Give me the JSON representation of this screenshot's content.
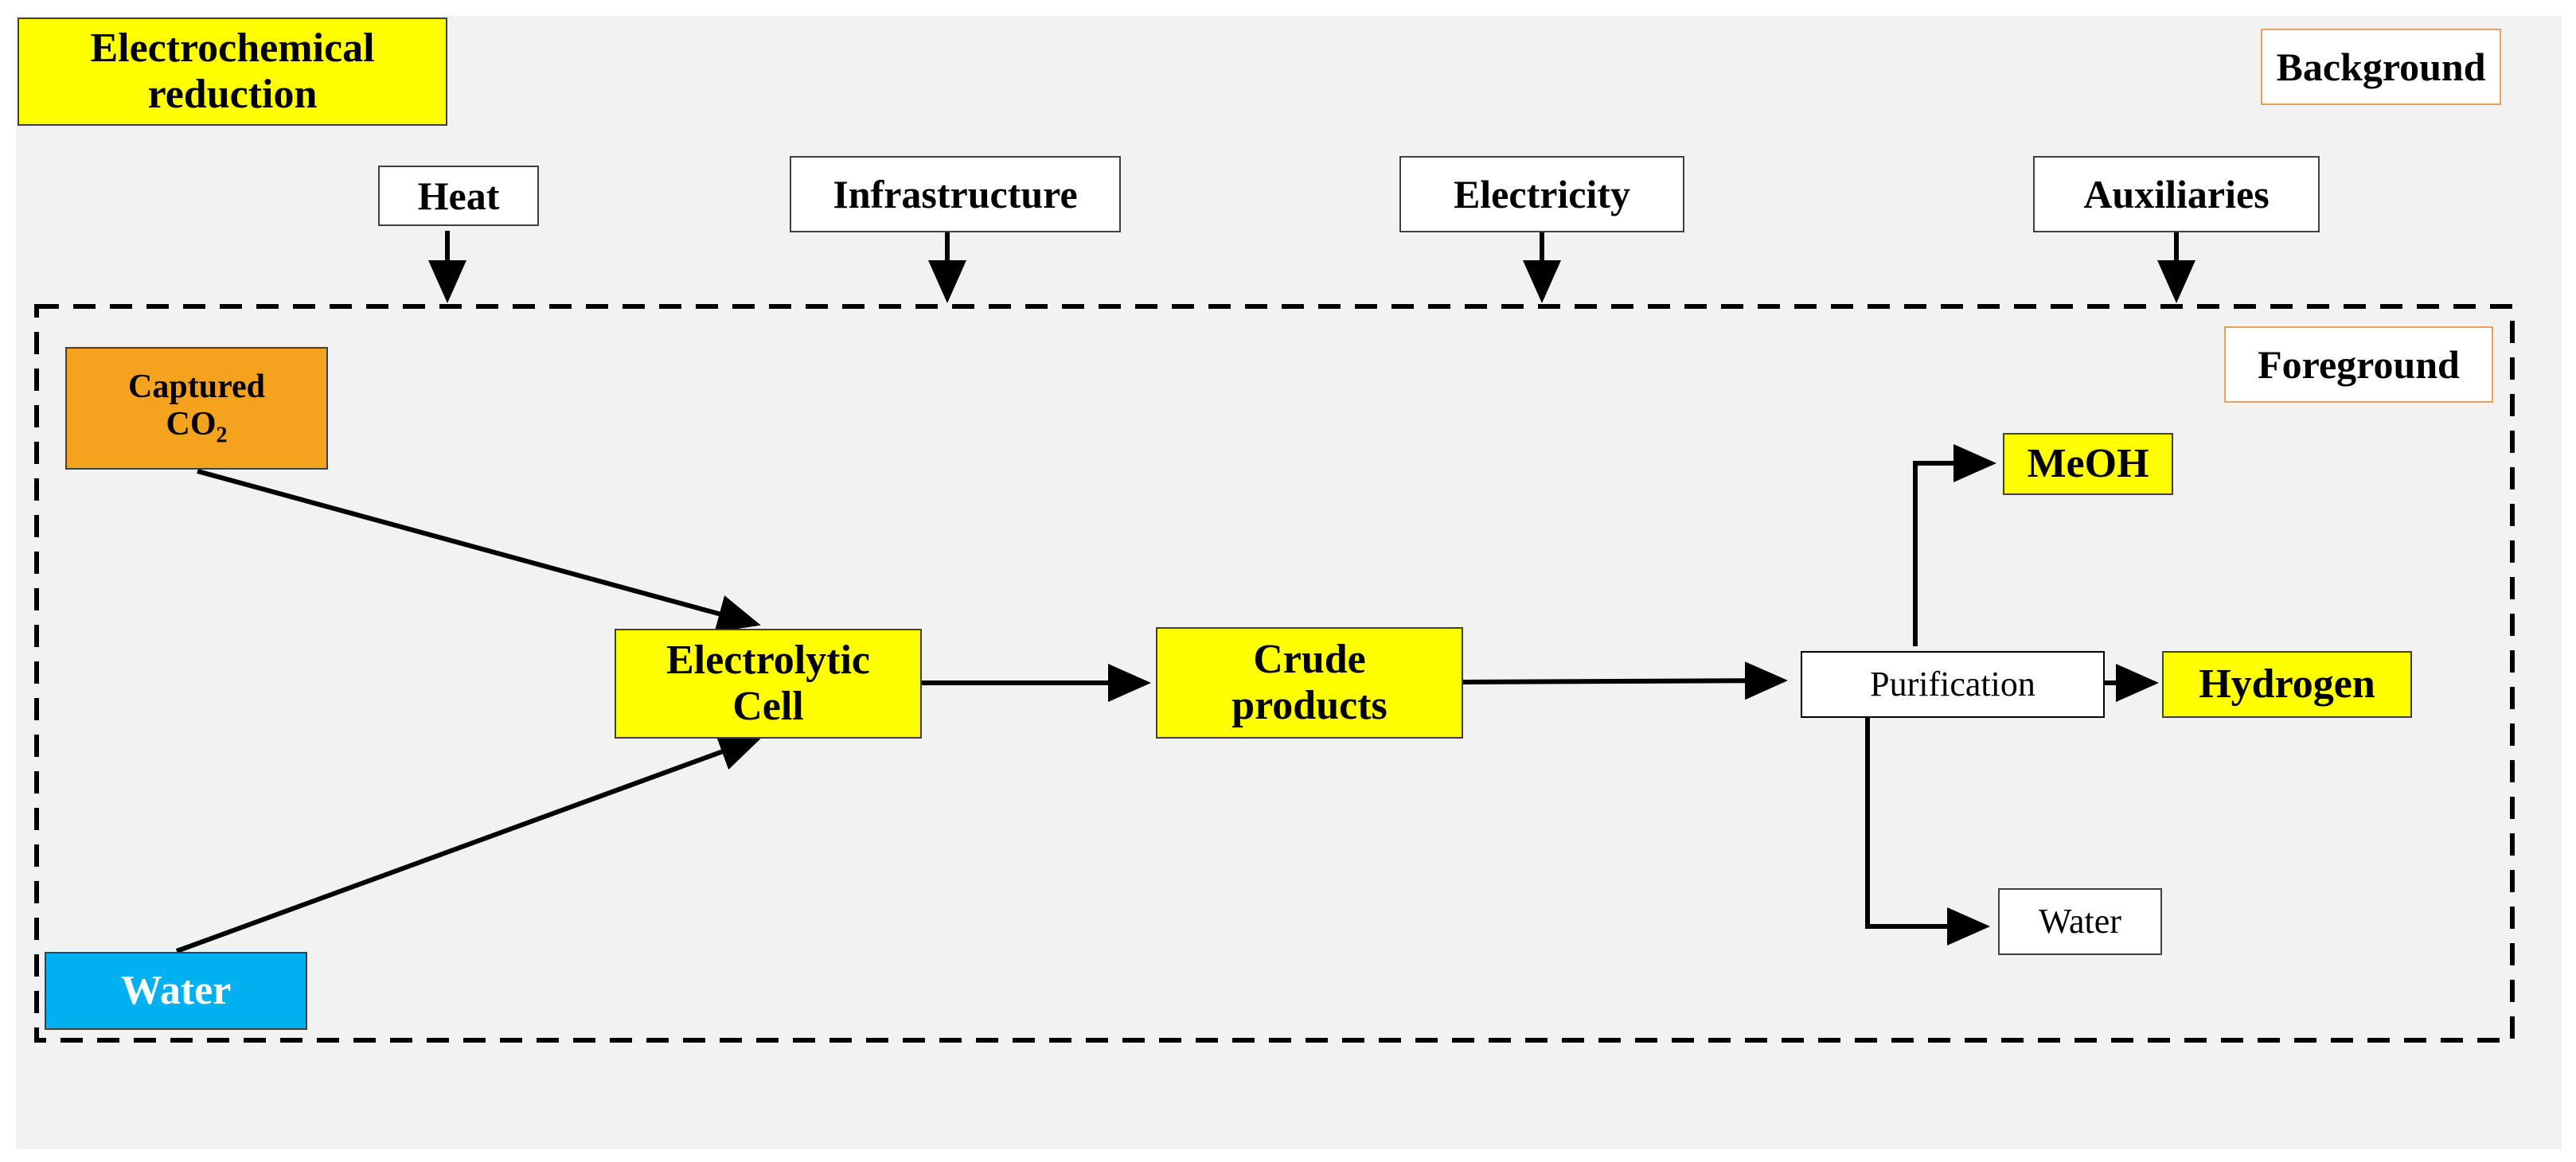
{
  "title": "Electrochemical reduction",
  "labels": {
    "background": "Background",
    "foreground": "Foreground"
  },
  "background_inputs": [
    "Heat",
    "Infrastructure",
    "Electricity",
    "Auxiliaries"
  ],
  "inputs": {
    "captured_co2": {
      "line1": "Captured",
      "line2": "CO",
      "subscript": "2"
    },
    "water": "Water"
  },
  "process": {
    "electrolytic_cell": "Electrolytic\nCell",
    "crude_products": "Crude\nproducts",
    "purification": "Purification"
  },
  "outputs": {
    "meoh": "MeOH",
    "hydrogen": "Hydrogen",
    "water": "Water"
  },
  "colors": {
    "product": "#ffff00",
    "captured_co2": "#f5a31e",
    "water_input": "#00b0f0",
    "canvas": "#f2f2f2"
  }
}
